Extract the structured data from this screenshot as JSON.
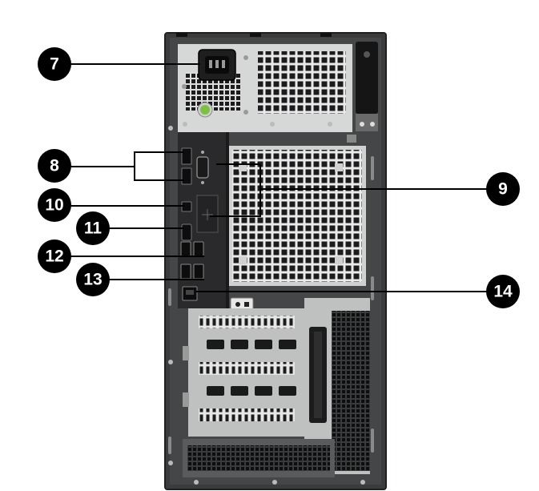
{
  "callouts": [
    {
      "id": "c7",
      "label": "7"
    },
    {
      "id": "c8",
      "label": "8"
    },
    {
      "id": "c9",
      "label": "9"
    },
    {
      "id": "c10",
      "label": "10"
    },
    {
      "id": "c11",
      "label": "11"
    },
    {
      "id": "c12",
      "label": "12"
    },
    {
      "id": "c13",
      "label": "13"
    },
    {
      "id": "c14",
      "label": "14"
    }
  ],
  "colors": {
    "chassis": "#3a3b3d",
    "chassis_edge": "#1f2022",
    "panel_light": "#d9d9d9",
    "panel_mid": "#bfc0c0",
    "io_panel": "#2a2a2c",
    "vent_hole": "#1c1c1e",
    "callout_fill": "#000000",
    "callout_text": "#ffffff",
    "power_button": "#7cc142"
  }
}
